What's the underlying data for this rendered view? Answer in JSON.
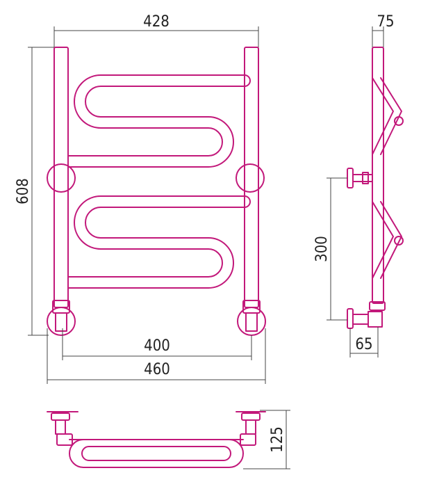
{
  "dimensions": {
    "top_width": "428",
    "depth_top": "75",
    "height": "608",
    "mount_height": "300",
    "center_distance": "400",
    "overall_width": "460",
    "wall_offset": "65",
    "bottom_depth": "125"
  },
  "colors": {
    "pipe_stroke": "#c2187a",
    "dimension_line": "#444444",
    "dimension_text": "#222222",
    "background": "#ffffff"
  }
}
